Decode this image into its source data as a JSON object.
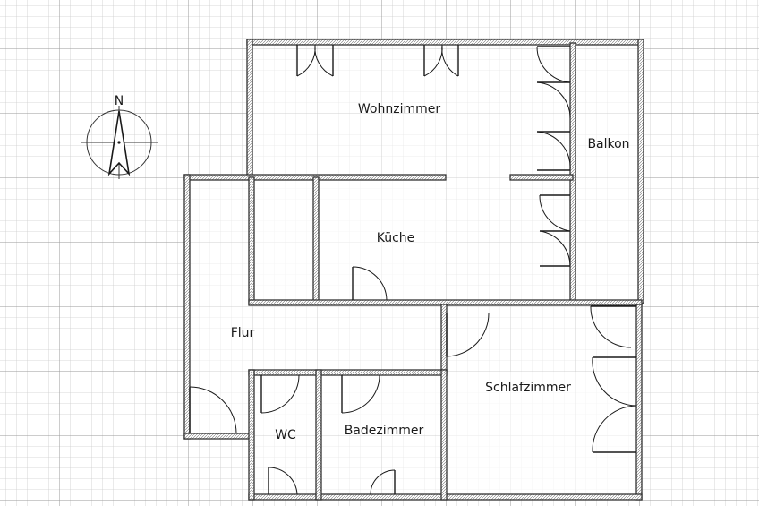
{
  "rooms": {
    "wohnzimmer": "Wohnzimmer",
    "balkon": "Balkon",
    "kueche": "Küche",
    "flur": "Flur",
    "schlafzimmer": "Schlafzimmer",
    "wc": "WC",
    "badezimmer": "Badezimmer"
  },
  "compass": {
    "north_label": "N"
  },
  "colors": {
    "grid_minor": "#cccccc",
    "grid_major": "#9a9a9a",
    "wall": "#333333",
    "text": "#1a1a1a",
    "background": "#ffffff"
  }
}
